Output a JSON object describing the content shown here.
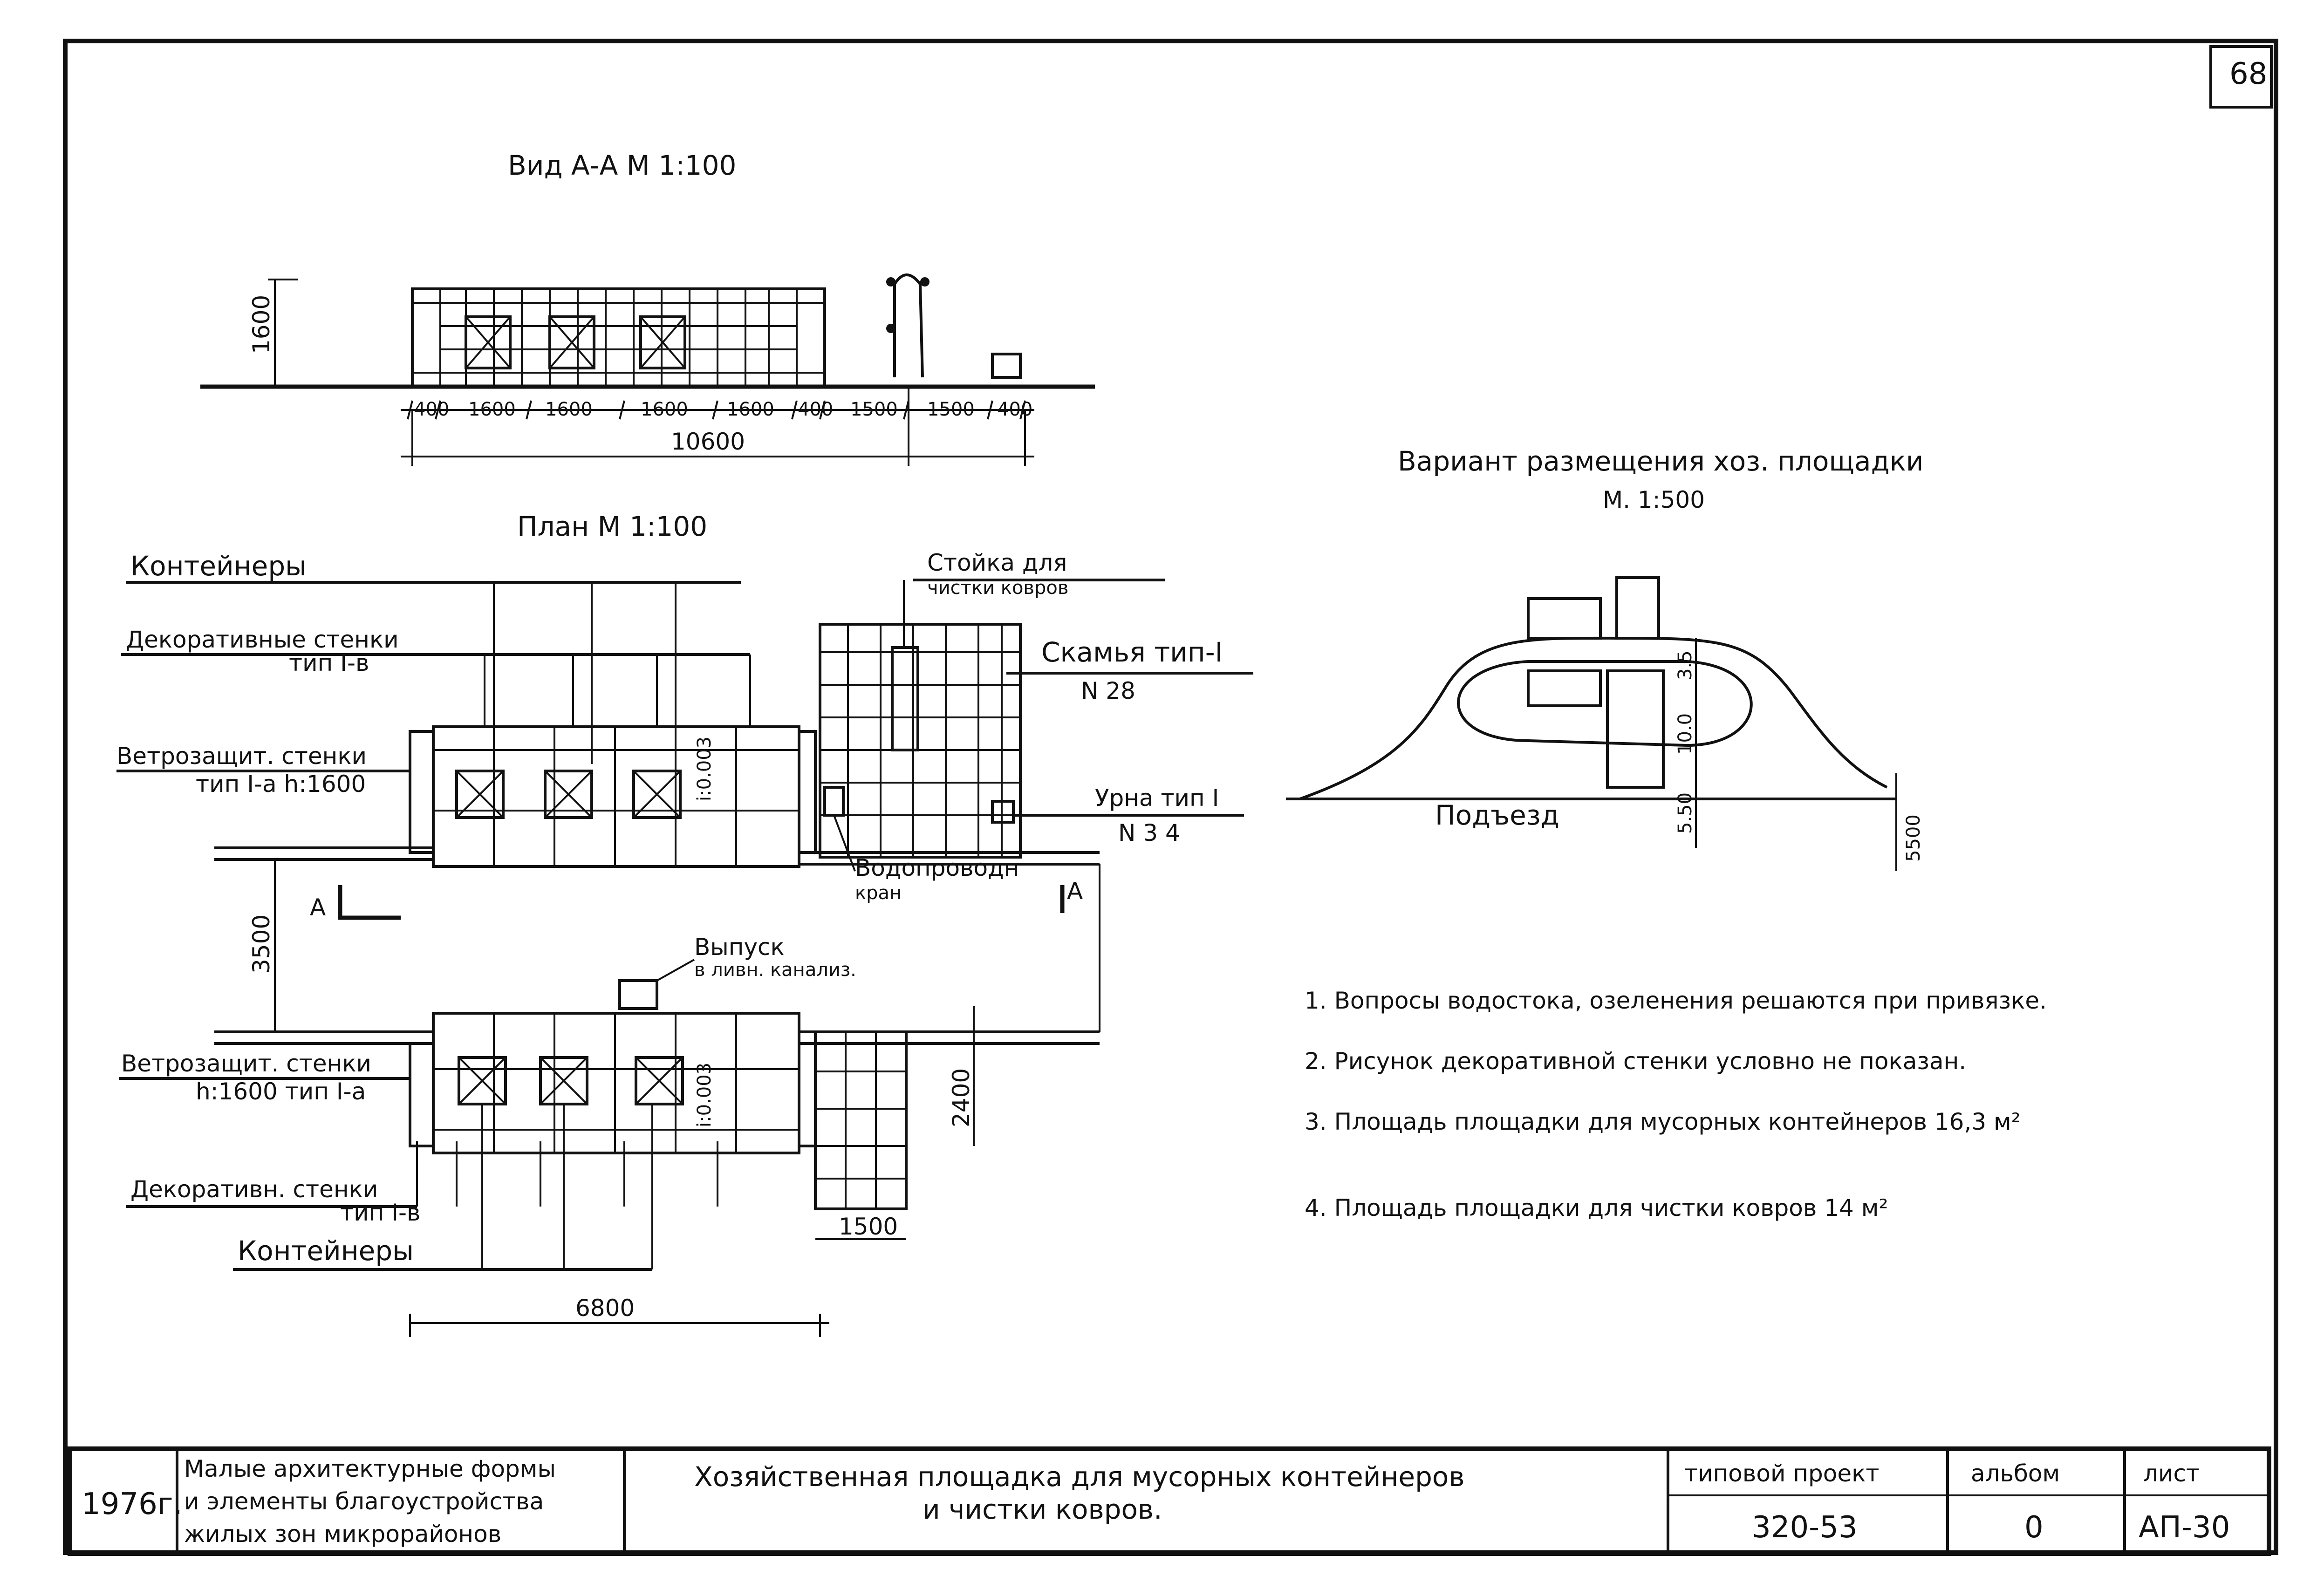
{
  "sheet": {
    "number": "68"
  },
  "section_view": {
    "title": "Вид А-А М 1:100",
    "height_dim": "1600",
    "dims": [
      "400",
      "1600",
      "1600",
      "1600",
      "1600",
      "400",
      "1500",
      "1500",
      "400"
    ],
    "total": "10600"
  },
  "plan": {
    "title": "План М 1:100",
    "labels": {
      "containers_top": "Контейнеры",
      "decor_walls_top_1": "Декоративные стенки",
      "decor_walls_top_2": "тип I-в",
      "wind_walls_top_1": "Ветрозащит. стенки",
      "wind_walls_top_2": "тип I-а h:1600",
      "stand_1": "Стойка для",
      "stand_2": "чистки ковров",
      "bench_1": "Скамья тип-I",
      "bench_2": "N 28",
      "urn_1": "Урна тип I",
      "urn_2": "N 3 4",
      "tap_1": "Водопроводн",
      "tap_2": "кран",
      "outlet_1": "Выпуск",
      "outlet_2": "в ливн. канализ.",
      "wind_walls_bottom_1": "Ветрозащит. стенки",
      "wind_walls_bottom_2": "h:1600 тип I-а",
      "decor_walls_bottom_1": "Декоративн. стенки",
      "decor_walls_bottom_2": "тип I-в",
      "containers_bottom": "Контейнеры",
      "section_mark": "А",
      "slope_top": "i:0.003",
      "slope_bottom": "i:0.003"
    },
    "dims": {
      "gap": "3500",
      "right_height": "2400",
      "right_width": "1500",
      "bottom_width": "6800"
    }
  },
  "variant": {
    "title": "Вариант размещения хоз. площадки",
    "scale": "М. 1:500",
    "road_label": "Подъезд",
    "dim_35": "3.5",
    "dim_100": "10.0",
    "dim_550": "5.50",
    "dim_5500": "5500"
  },
  "notes": [
    "1. Вопросы водостока, озеленения решаются при привязке.",
    "2. Рисунок декоративной стенки условно не показан.",
    "3. Площадь площадки для мусорных контейнеров 16,3 м²",
    "4. Площадь площадки для чистки ковров 14 м²"
  ],
  "title_block": {
    "year": "1976г.",
    "series_1": "Малые архитектурные формы",
    "series_2": "и элементы благоустройства",
    "series_3": "жилых зон микрорайонов",
    "title_1": "Хозяйственная площадка для мусорных контейнеров",
    "title_2": "и чистки ковров.",
    "project_label": "типовой проект",
    "project_value": "320-53",
    "album_label": "альбом",
    "album_value": "0",
    "sheet_label": "лист",
    "sheet_value": "АП-30"
  }
}
